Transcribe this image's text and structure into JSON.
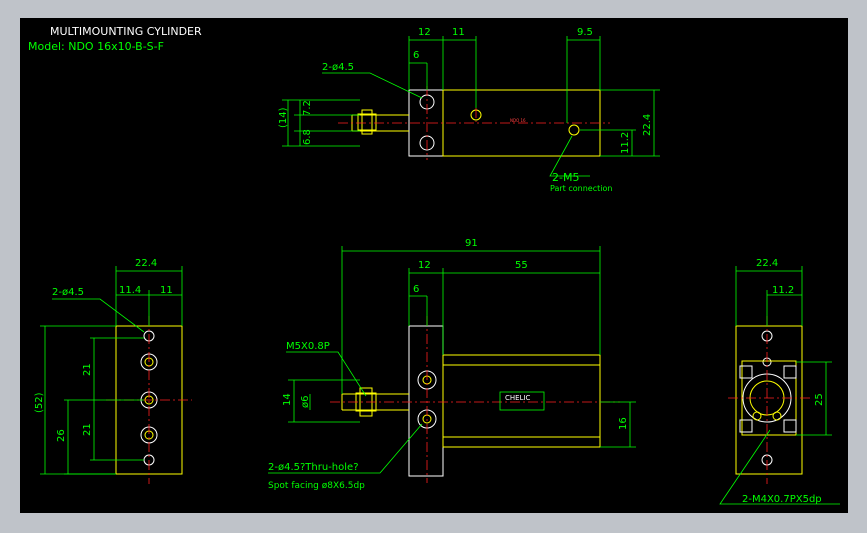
{
  "title": {
    "line1": "MULTIMOUNTING CYLINDER",
    "line2": "Model: NDO 16x10-B-S-F"
  },
  "top_view": {
    "dim_12": "12",
    "dim_11": "11",
    "dim_9_5": "9.5",
    "dim_6": "6",
    "hole_label": "2-ø4.5",
    "dim_14": "(14)",
    "dim_6_8": "6.8",
    "dim_7_2": "7.2",
    "dim_11_2": "11.2",
    "dim_22_4": "22.4",
    "port_label": "2-M5",
    "port_sub": "Part connection",
    "body_mark": "NDO 16"
  },
  "front_view": {
    "dim_91": "91",
    "dim_12": "12",
    "dim_55": "55",
    "dim_6": "6",
    "thread_label": "M5X0.8P",
    "dim_14": "14",
    "dim_phi6": "ø6",
    "dim_16": "16",
    "brand": "CHELIC",
    "hole_label": "2-ø4.5?Thru-hole?",
    "spot_label": "Spot facing ø8X6.5dp"
  },
  "left_view": {
    "dim_22_4": "22.4",
    "hole_label": "2-ø4.5",
    "dim_11_4": "11.4",
    "dim_11": "11",
    "dim_52": "(52)",
    "dim_21a": "21",
    "dim_21b": "21",
    "dim_26": "26"
  },
  "right_view": {
    "dim_22_4": "22.4",
    "dim_11_2": "11.2",
    "dim_25": "25",
    "thread_label": "2-M4X0.7PX5dp"
  }
}
